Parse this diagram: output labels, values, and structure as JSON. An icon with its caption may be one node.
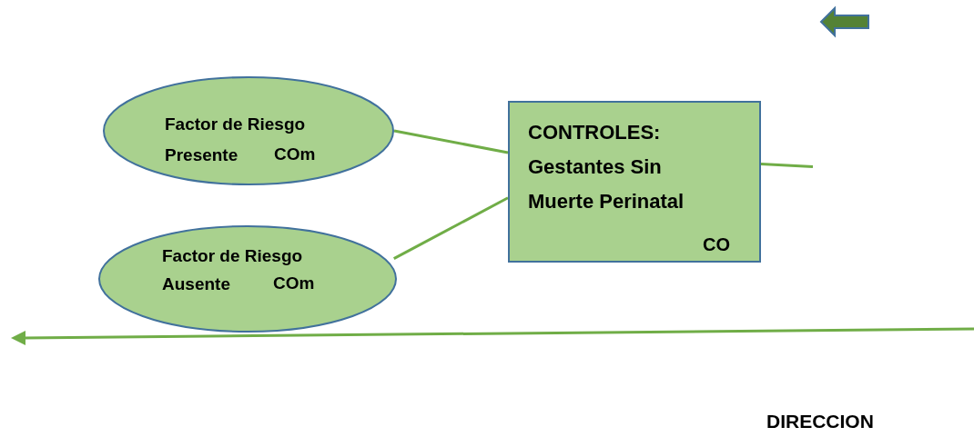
{
  "diagram": {
    "nodes": [
      {
        "text": [
          "Factor de Riesgo Presente",
          "COm"
        ]
      },
      {
        "text": [
          "Factor de Riesgo Ausente",
          "COm"
        ]
      },
      {
        "text": [
          "CONTROLES: Gestantes Sin Muerte Perinatal",
          "CO"
        ]
      }
    ],
    "edges": [
      {
        "from": 0,
        "to": 2,
        "arrow": "none"
      },
      {
        "from": 1,
        "to": 2,
        "arrow": "none"
      },
      {
        "from": 2,
        "to": null,
        "arrow": "none"
      }
    ],
    "labels": [
      "DIRECCION"
    ]
  }
}
